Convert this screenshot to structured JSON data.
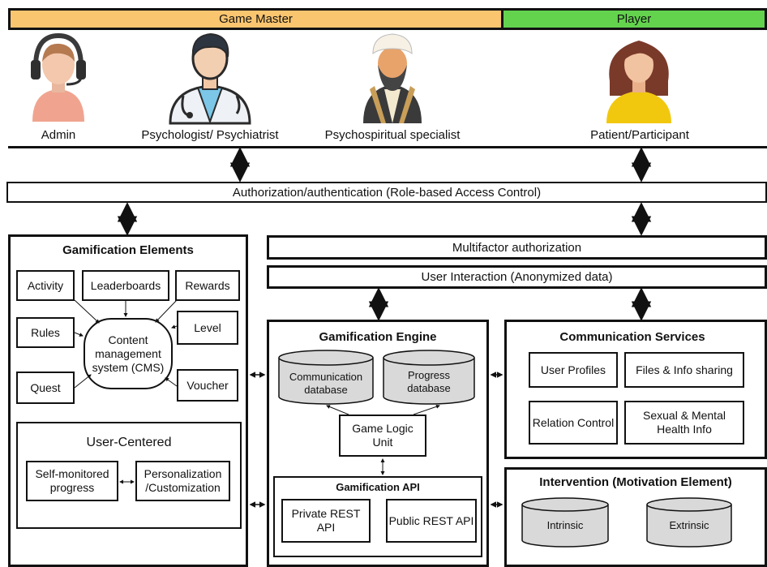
{
  "header": {
    "game_master": "Game Master",
    "player": "Player",
    "game_master_color": "#f9c56f",
    "player_color": "#63d34e"
  },
  "actors": {
    "admin": "Admin",
    "psychologist": "Psychologist/ Psychiatrist",
    "psychospiritual": "Psychospiritual specialist",
    "patient": "Patient/Participant"
  },
  "auth": {
    "label": "Authorization/authentication (Role-based Access Control)"
  },
  "multifactor": {
    "label": "Multifactor authorization"
  },
  "user_interaction": {
    "label": "User Interaction (Anonymized data)"
  },
  "gamification_elements": {
    "title": "Gamification Elements",
    "items": {
      "activity": "Activity",
      "leaderboards": "Leaderboards",
      "rewards": "Rewards",
      "rules": "Rules",
      "level": "Level",
      "quest": "Quest",
      "voucher": "Voucher"
    },
    "cms": "Content management system (CMS)"
  },
  "user_centered": {
    "title": "User-Centered",
    "self_monitored": "Self-monitored progress",
    "personalization": "Personalization /Customization"
  },
  "engine": {
    "title": "Gamification Engine",
    "communication_db": "Communication database",
    "progress_db": "Progress database",
    "game_logic": "Game Logic Unit",
    "api_title": "Gamification API",
    "private_api": "Private REST API",
    "public_api": "Public REST API"
  },
  "communication": {
    "title": "Communication Services",
    "user_profiles": "User Profiles",
    "files_sharing": "Files & Info sharing",
    "relation_control": "Relation Control",
    "sexual_health": "Sexual & Mental Health Info"
  },
  "intervention": {
    "title": "Intervention (Motivation Element)",
    "intrinsic": "Intrinsic",
    "extrinsic": "Extrinsic"
  },
  "icons": [
    "admin-headset-avatar-icon",
    "psychologist-doctor-avatar-icon",
    "psychospiritual-specialist-avatar-icon",
    "patient-woman-avatar-icon"
  ]
}
